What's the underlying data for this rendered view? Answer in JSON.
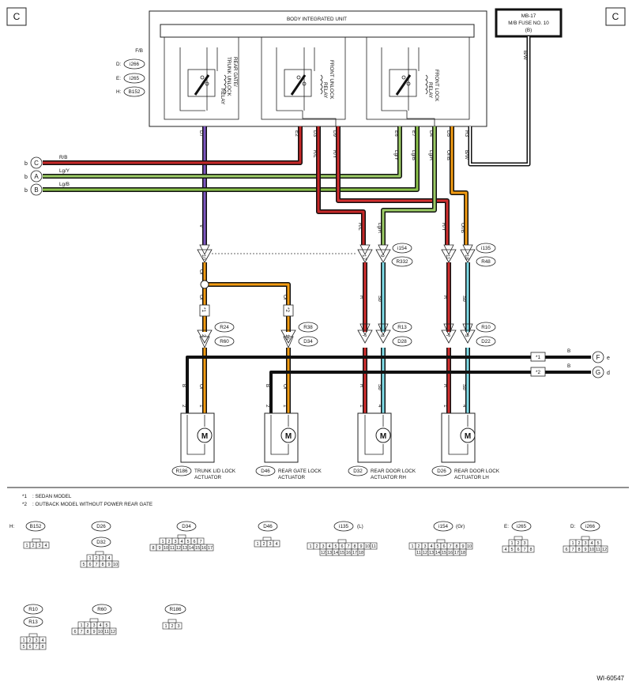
{
  "colors": {
    "R/B": "#c62828",
    "Lg/Y": "#9ccc65",
    "Lg/B": "#8bc34a",
    "V": "#7e57c2",
    "R/L": "#c62828",
    "R/Y": "#d32f2f",
    "Lg/R": "#9ccc65",
    "Or/B": "#f39c12",
    "B/W": "#222222",
    "Or": "#f39c12",
    "R": "#d32f2f",
    "Sb": "#80deea",
    "B": "#222222",
    "bg": "#ffffff",
    "line": "#222222"
  },
  "corner_labels": {
    "top_left": "C",
    "top_right": "C"
  },
  "fuse": {
    "code": "MB-17",
    "line2": "M/B FUSE NO. 10",
    "line3": "(B)",
    "wire": "B/W"
  },
  "biu": {
    "title": "BODY INTEGRATED UNIT",
    "fb_label": "F/B",
    "connectors": [
      {
        "prefix": "D:",
        "code": "i266"
      },
      {
        "prefix": "E:",
        "code": "i265"
      },
      {
        "prefix": "H:",
        "code": "B152"
      }
    ],
    "relays": [
      {
        "lines": [
          "REAR GATE/",
          "TRUNK UNLOCK",
          "RELAY"
        ]
      },
      {
        "lines": [
          "FRONT UNLOCK",
          "RELAY"
        ]
      },
      {
        "lines": [
          "FRONT LOCK",
          "RELAY"
        ]
      }
    ],
    "pins": [
      "D7",
      "E2",
      "D3",
      "D9",
      "E6",
      "E7",
      "D4",
      "D5",
      "H3"
    ]
  },
  "left_inputs": [
    {
      "prefix": "b",
      "letter": "C",
      "wire": "R/B"
    },
    {
      "prefix": "b",
      "letter": "A",
      "wire": "Lg/Y"
    },
    {
      "prefix": "b",
      "letter": "B",
      "wire": "Lg/B"
    }
  ],
  "wire_labels_upper": [
    "R/L",
    "R/Y",
    "Lg/Y",
    "Lg/B",
    "Lg/R",
    "Or/B",
    "B/W"
  ],
  "wire_labels_mid": [
    "V",
    "R/L",
    "Lg/R",
    "R/Y",
    "Or/B"
  ],
  "joint_connectors": {
    "top_pins": [
      "10",
      "17",
      "9",
      "11",
      "18"
    ],
    "mid_pins": [
      "2",
      "16"
    ],
    "bottom_pins": [
      "7",
      "3",
      "7",
      "3"
    ],
    "i154": "i154",
    "r332": "R332",
    "i135": "i135",
    "r48": "R48",
    "r24": "R24",
    "r60": "R60",
    "r38": "R38",
    "d34": "D34",
    "r13": "R13",
    "d28": "D28",
    "r10": "R10",
    "d22": "D22"
  },
  "wire_labels_lower": [
    "Or",
    "Or",
    "Or",
    "R",
    "Sb",
    "R",
    "Sb",
    "B",
    "Or",
    "B",
    "Or",
    "R",
    "Sb",
    "R",
    "Sb"
  ],
  "grounds": [
    {
      "note": "*1",
      "wire": "B",
      "letter": "F",
      "suffix": "e"
    },
    {
      "note": "*2",
      "wire": "B",
      "letter": "G",
      "suffix": "d"
    }
  ],
  "star_marks": [
    "*1",
    "*2"
  ],
  "actuators": [
    {
      "code": "R186",
      "lines": [
        "TRUNK LID LOCK",
        "ACTUATOR"
      ],
      "pins": [
        "2",
        "1"
      ]
    },
    {
      "code": "D46",
      "lines": [
        "REAR GATE LOCK",
        "ACTUATOR"
      ],
      "pins": [
        "2",
        "1"
      ]
    },
    {
      "code": "D32",
      "lines": [
        "REAR DOOR LOCK",
        "ACTUATOR RH"
      ],
      "pins": [
        "1",
        "4"
      ]
    },
    {
      "code": "D26",
      "lines": [
        "REAR DOOR LOCK",
        "ACTUATOR LH"
      ],
      "pins": [
        "1",
        "4"
      ]
    }
  ],
  "motor_symbol": "M",
  "notes": [
    {
      "mark": "*1",
      "text": ": SEDAN MODEL"
    },
    {
      "mark": "*2",
      "text": ": OUTBACK MODEL WITHOUT POWER REAR GATE"
    }
  ],
  "connector_views": [
    {
      "title": "H:",
      "codes": [
        "B152"
      ],
      "rows": [
        [
          "1",
          "2",
          "3",
          "4"
        ]
      ]
    },
    {
      "title": "",
      "codes": [
        "D26",
        "D32"
      ],
      "rows": [
        [
          "1",
          "2",
          "3",
          "4"
        ],
        [
          "5",
          "6",
          "7",
          "8",
          "9",
          "10"
        ]
      ]
    },
    {
      "title": "",
      "codes": [
        "D34"
      ],
      "rows": [
        [
          "1",
          "2",
          "3",
          "4",
          "5",
          "6",
          "7"
        ],
        [
          "8",
          "9",
          "10",
          "11",
          "12",
          "13",
          "14",
          "15",
          "16",
          "17"
        ]
      ]
    },
    {
      "title": "",
      "codes": [
        "D46"
      ],
      "rows": [
        [
          "1",
          "2",
          "3",
          "4"
        ]
      ]
    },
    {
      "title": "",
      "codes": [
        "i135"
      ],
      "suffix": "(L)",
      "rows": [
        [
          "1",
          "2",
          "3",
          "4",
          "5",
          "6",
          "7",
          "8",
          "9",
          "10",
          "11"
        ],
        [
          "12",
          "13",
          "14",
          "15",
          "16",
          "17",
          "18"
        ]
      ]
    },
    {
      "title": "",
      "codes": [
        "i154"
      ],
      "suffix": "(Gr)",
      "rows": [
        [
          "1",
          "2",
          "3",
          "4",
          "5",
          "6",
          "7",
          "8",
          "9",
          "10"
        ],
        [
          "11",
          "12",
          "13",
          "14",
          "15",
          "16",
          "17",
          "18"
        ]
      ]
    },
    {
      "title": "E:",
      "codes": [
        "i265"
      ],
      "rows": [
        [
          "1",
          "2",
          "3"
        ],
        [
          "4",
          "5",
          "6",
          "7",
          "8"
        ]
      ]
    },
    {
      "title": "D:",
      "codes": [
        "i266"
      ],
      "rows": [
        [
          "1",
          "2",
          "3",
          "4",
          "5"
        ],
        [
          "6",
          "7",
          "8",
          "9",
          "10",
          "11",
          "12"
        ]
      ]
    },
    {
      "title": "",
      "codes": [
        "R10",
        "R13"
      ],
      "rows": [
        [
          "1",
          "2",
          "3",
          "4"
        ],
        [
          "5",
          "6",
          "7",
          "8"
        ]
      ]
    },
    {
      "title": "",
      "codes": [
        "R60"
      ],
      "rows": [
        [
          "1",
          "2",
          "3",
          "4",
          "5"
        ],
        [
          "6",
          "7",
          "8",
          "9",
          "10",
          "11",
          "12"
        ]
      ]
    },
    {
      "title": "",
      "codes": [
        "R186"
      ],
      "rows": [
        [
          "1",
          "2",
          "3"
        ]
      ]
    }
  ],
  "figure_id": "WI-60547"
}
